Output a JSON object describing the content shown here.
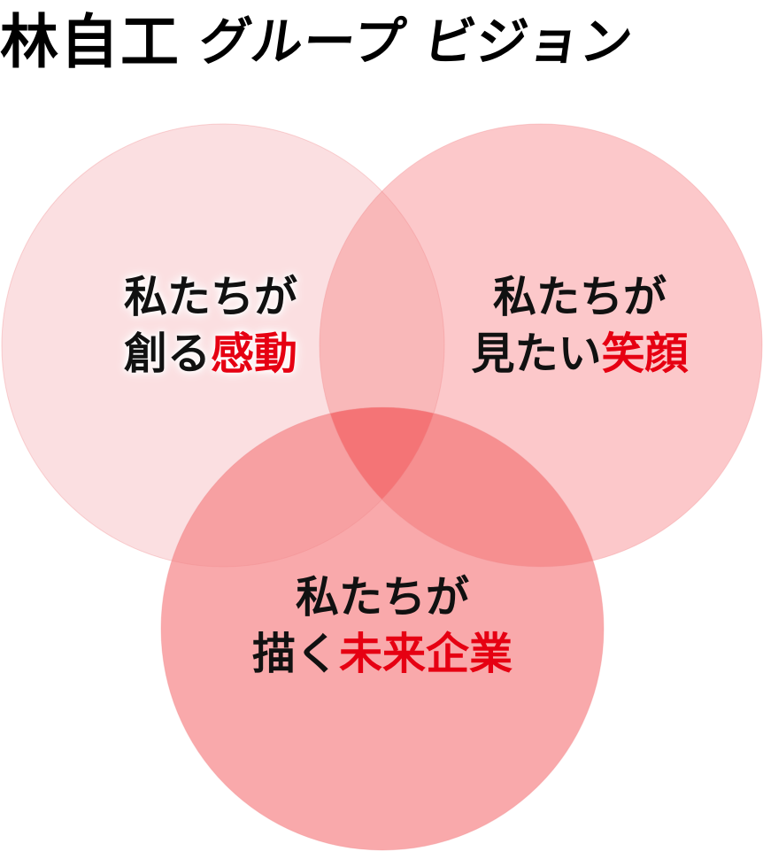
{
  "title": {
    "brand": "林自工",
    "rest": "グループ ビジョン"
  },
  "colors": {
    "circle_left": "#fbdfe1",
    "circle_right": "#fcc8ca",
    "circle_bottom": "#f9a9ab",
    "overlap_left_right": "#f9b8b9",
    "overlap_left_bottom": "#f7a0a2",
    "overlap_right_bottom": "#f68f90",
    "overlap_all": "#f47476",
    "emphasis": "#e60012"
  },
  "circles": [
    {
      "id": "left",
      "line1": "私たちが",
      "line2_prefix": "創る",
      "line2_emphasis": "感動"
    },
    {
      "id": "right",
      "line1": "私たちが",
      "line2_prefix": "見たい",
      "line2_emphasis": "笑顔"
    },
    {
      "id": "bottom",
      "line1": "私たちが",
      "line2_prefix": "描く",
      "line2_emphasis": "未来企業"
    }
  ]
}
